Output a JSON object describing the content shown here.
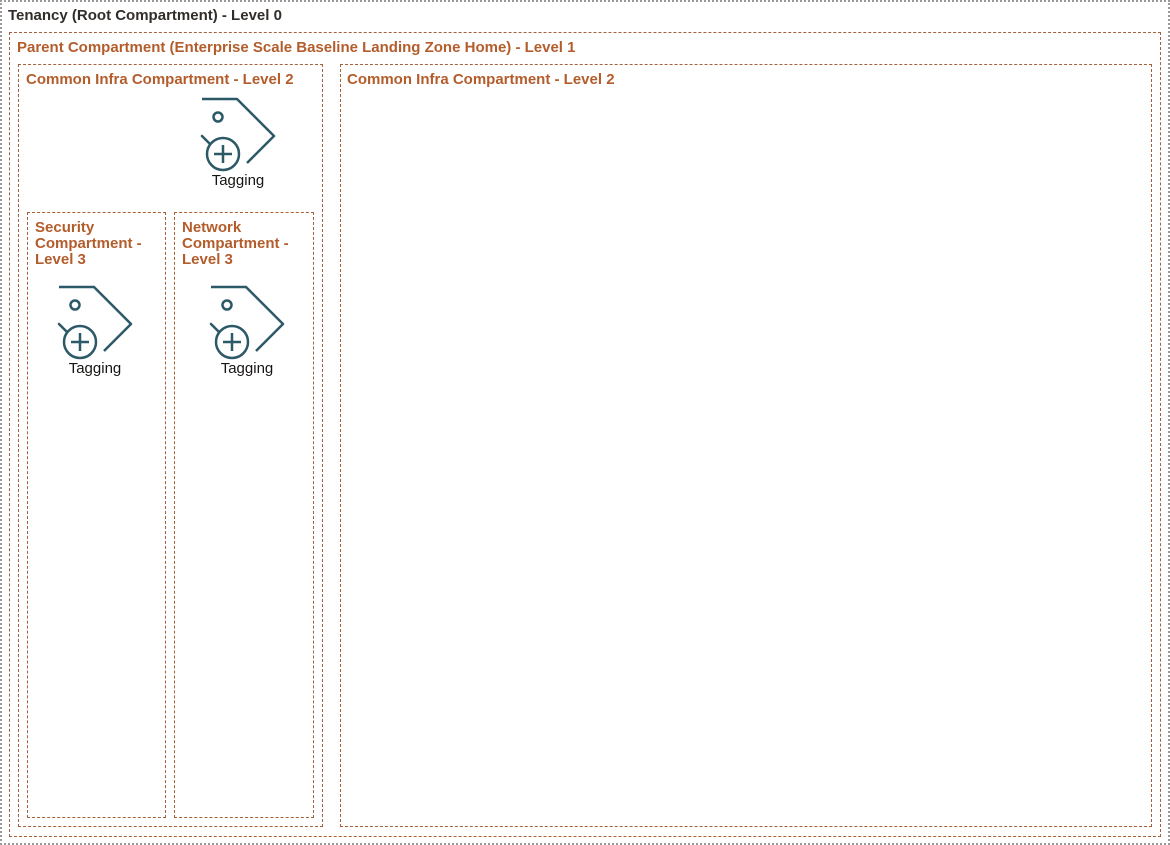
{
  "tenancy": {
    "title": "Tenancy (Root Compartment) - Level 0"
  },
  "parent": {
    "title": "Parent Compartment (Enterprise Scale Baseline Landing Zone Home) - Level 1"
  },
  "common_infra_left": {
    "title": "Common Infra Compartment - Level 2",
    "tagging_label": "Tagging",
    "security": {
      "title": "Security Compartment - Level 3",
      "tagging_label": "Tagging"
    },
    "network": {
      "title": "Network Compartment - Level 3",
      "tagging_label": "Tagging"
    }
  },
  "common_infra_right": {
    "title": "Common Infra Compartment - Level 2"
  },
  "colors": {
    "compartment_border": "#a5623a",
    "compartment_title": "#b45d2c",
    "icon": "#2c5967",
    "tenancy_border": "#9a9a9a"
  }
}
